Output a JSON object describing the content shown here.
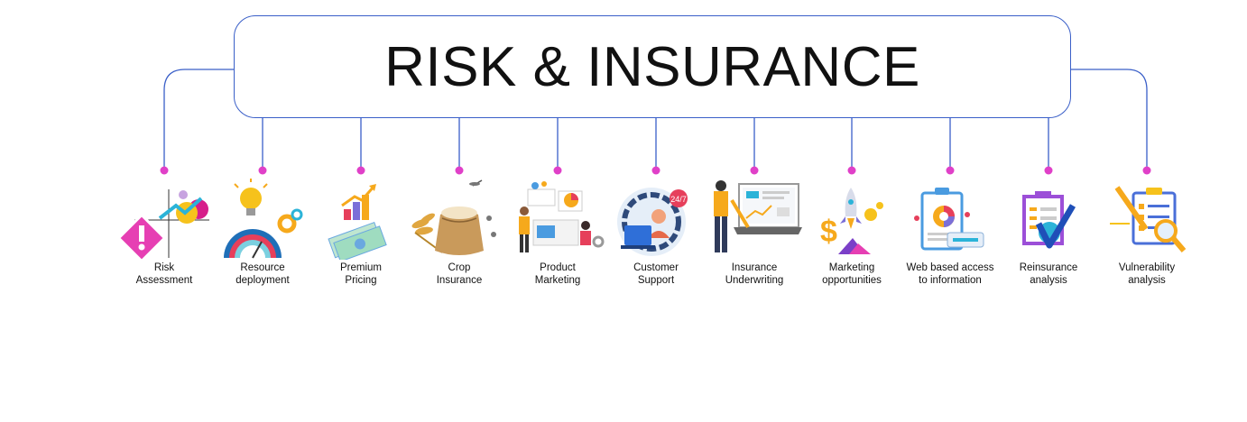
{
  "title": "RISK & INSURANCE",
  "colors": {
    "connector": "#3a5fc8",
    "dot": "#e040c8"
  },
  "items": [
    {
      "label": "Risk\nAssessment",
      "icon": "warning-sign-icon"
    },
    {
      "label": "Resource\ndeployment",
      "icon": "lightbulb-gauge-icon"
    },
    {
      "label": "Premium\nPricing",
      "icon": "money-chart-icon"
    },
    {
      "label": "Crop\nInsurance",
      "icon": "grain-sack-icon"
    },
    {
      "label": "Product\nMarketing",
      "icon": "team-marketing-icon"
    },
    {
      "label": "Customer\nSupport",
      "icon": "support-agent-icon"
    },
    {
      "label": "Insurance\nUnderwriting",
      "icon": "laptop-analyst-icon"
    },
    {
      "label": "Marketing\nopportunities",
      "icon": "rocket-dollar-icon"
    },
    {
      "label": "Web based access\nto information",
      "icon": "clipboard-chart-icon"
    },
    {
      "label": "Reinsurance\nanalysis",
      "icon": "checkmark-document-icon"
    },
    {
      "label": "Vulnerability\nanalysis",
      "icon": "magnifier-checklist-icon"
    }
  ]
}
